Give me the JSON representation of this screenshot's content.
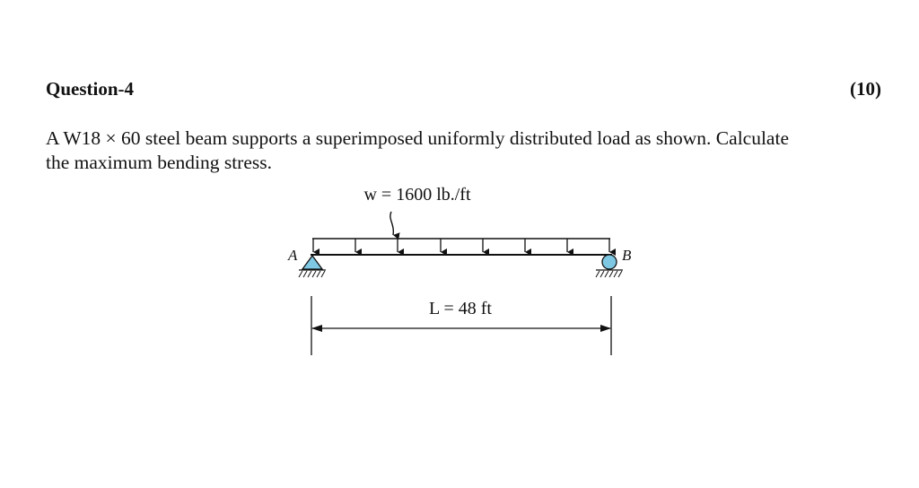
{
  "question": {
    "title": "Question-4",
    "marks": "(10)",
    "text_line1": "A W18 × 60 steel beam supports a superimposed uniformly distributed load as shown. Calculate",
    "text_line2": "the maximum bending stress."
  },
  "figure": {
    "load_label": "w = 1600 lb./ft",
    "length_label": "L = 48 ft",
    "support_left_label": "A",
    "support_right_label": "B",
    "support_fill_color": "#7ec8e3"
  }
}
